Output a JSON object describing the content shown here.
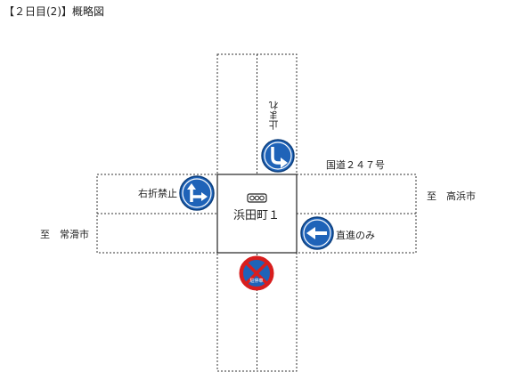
{
  "title": "【２日目(2)】概略図",
  "center_name": "浜田町１",
  "labels": {
    "route": "国道２４７号",
    "to_right": "至　高浜市",
    "to_left": "至　常滑市",
    "no_right_turn": "右折禁止",
    "straight_only": "直進のみ",
    "pavement_marking": "止まれ"
  },
  "sign_text": {
    "no_stopping_sub": "駐停車"
  },
  "colors": {
    "sign_blue": "#1f63b8",
    "sign_red": "#d81e1e",
    "road_line": "#333333"
  }
}
